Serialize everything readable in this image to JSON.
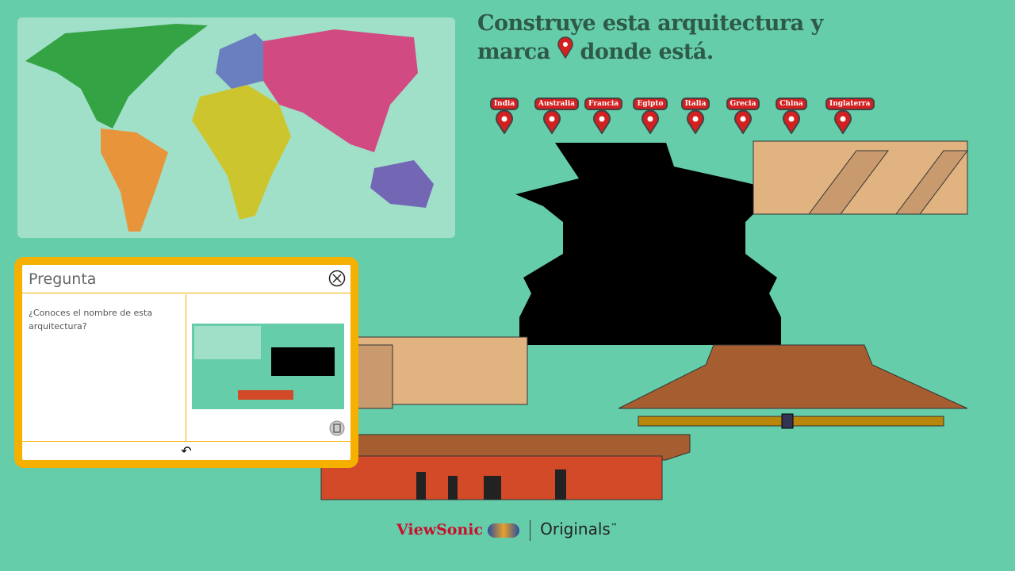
{
  "title": {
    "line1": "Construye esta arquitectura y",
    "line2_a": "marca",
    "line2_b": "donde está."
  },
  "pins": [
    "India",
    "Australia",
    "Francia",
    "Egipto",
    "Italia",
    "Grecia",
    "China",
    "Inglaterra"
  ],
  "colors": {
    "background": "#66cdaa",
    "pin": "#d42020",
    "panel_border": "#f5b000"
  },
  "panel": {
    "title": "Pregunta",
    "question": "¿Conoces el nombre de esta arquitectura?",
    "close_icon": "close-circle-icon",
    "undo_icon": "undo-icon",
    "delete_icon": "trash-icon"
  },
  "footer": {
    "brand": "ViewSonic",
    "product": "Originals",
    "tm": "™"
  }
}
